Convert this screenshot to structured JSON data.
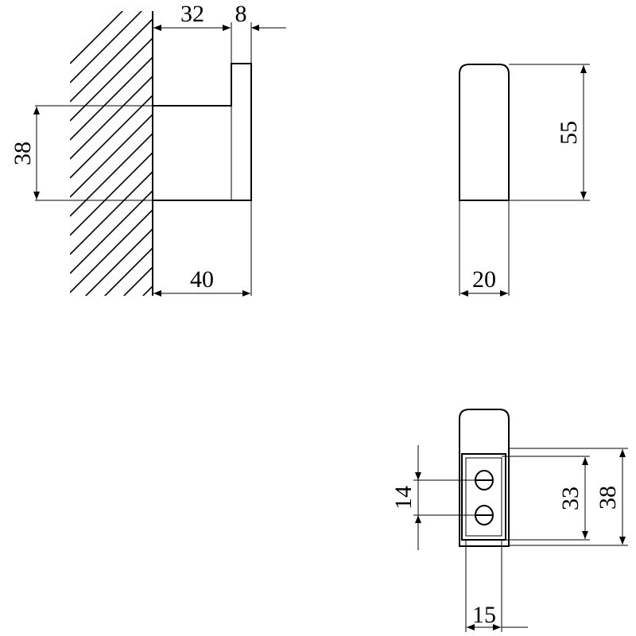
{
  "colors": {
    "stroke": "#000000",
    "background": "#ffffff"
  },
  "dimensions": {
    "side_arm_length": "32",
    "side_hook_thickness": "8",
    "side_height": "38",
    "side_depth": "40",
    "front_height": "55",
    "front_width": "20",
    "rear_hole_spacing": "14",
    "rear_plate_height": "33",
    "rear_total_height": "38",
    "rear_plate_width": "15"
  }
}
